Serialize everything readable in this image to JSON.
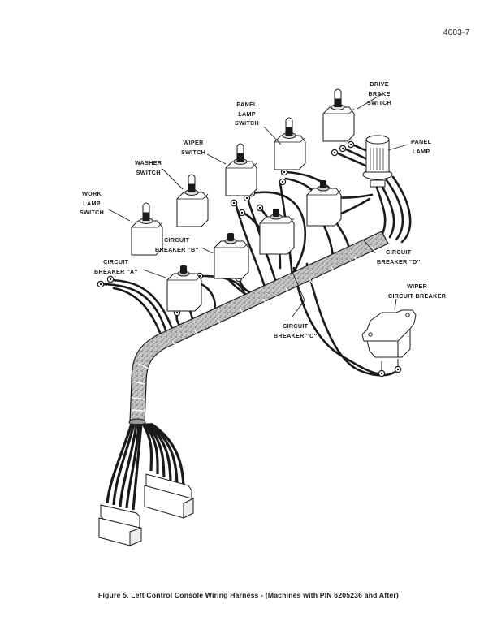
{
  "page_number": "4003-7",
  "figure": {
    "caption": "Figure 5. Left Control Console Wiring Harness - (Machines with PIN 6205236 and After)"
  },
  "labels": {
    "drive_brake_switch": [
      "DRIVE",
      "BRAKE",
      "SWITCH"
    ],
    "panel_lamp_switch": [
      "PANEL",
      "LAMP",
      "SWITCH"
    ],
    "panel_lamp": [
      "PANEL",
      "LAMP"
    ],
    "wiper_switch": [
      "WIPER",
      "SWITCH"
    ],
    "washer_switch": [
      "WASHER",
      "SWITCH"
    ],
    "work_lamp_switch": [
      "WORK",
      "LAMP",
      "SWITCH"
    ],
    "circuit_breaker_b": [
      "CIRCUIT",
      "BREAKER ''B''"
    ],
    "circuit_breaker_a": [
      "CIRCUIT",
      "BREAKER ''A''"
    ],
    "circuit_breaker_d": [
      "CIRCUIT",
      "BREAKER ''D''"
    ],
    "circuit_breaker_c": [
      "CIRCUIT",
      "BREAKER ''C''"
    ],
    "wiper_circuit_breaker": [
      "WIPER",
      "CIRCUIT BREAKER"
    ]
  },
  "colors": {
    "ink": "#1a1a1a",
    "paper": "#ffffff",
    "harness_fill": "#bdbdbd"
  }
}
